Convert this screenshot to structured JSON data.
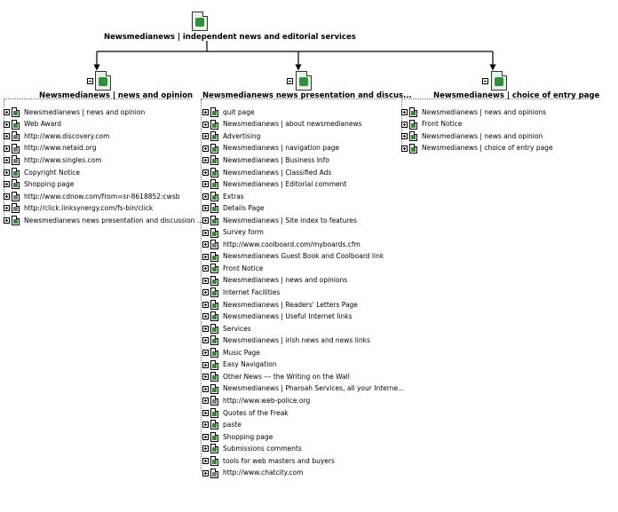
{
  "root": {
    "title": "Newsmedianews | independent news and editorial services"
  },
  "columns": [
    {
      "title": "Newsmedianews | news and opinion",
      "items": [
        {
          "label": "Newsmedianews | news and opinion",
          "type": "page",
          "expand": "plus"
        },
        {
          "label": "Web Award",
          "type": "page",
          "expand": "plus"
        },
        {
          "label": "http://www.discovery.com",
          "type": "link",
          "expand": "plus"
        },
        {
          "label": "http://www.netaid.org",
          "type": "link",
          "expand": "plus"
        },
        {
          "label": "http://www.singles.com",
          "type": "link",
          "expand": "plus"
        },
        {
          "label": "Copyright Notice",
          "type": "page",
          "expand": "plus"
        },
        {
          "label": "Shopping page",
          "type": "page",
          "expand": "plus"
        },
        {
          "label": "http://www.cdnow.com/from=sr-8618852:cwsb",
          "type": "link",
          "expand": "plus"
        },
        {
          "label": "http://click.linksynergy.com/fs-bin/click",
          "type": "link",
          "expand": "plus"
        },
        {
          "label": "Newsmedianews news presentation and discussion ...",
          "type": "page",
          "expand": "plus"
        }
      ]
    },
    {
      "title": "Newsmedianews news presentation and discus...",
      "items": [
        {
          "label": "quit page",
          "type": "page",
          "expand": "plus"
        },
        {
          "label": "Newsmedianews | about newsmedianews",
          "type": "page",
          "expand": "plus"
        },
        {
          "label": "Advertising",
          "type": "page",
          "expand": "plus"
        },
        {
          "label": "Newsmedianews | navigation page",
          "type": "page",
          "expand": "plus"
        },
        {
          "label": "Newsmedianews | Business Info",
          "type": "page",
          "expand": "plus"
        },
        {
          "label": "Newsmedianews | Classified Ads",
          "type": "page",
          "expand": "plus"
        },
        {
          "label": "Newsmedianews | Editorial comment",
          "type": "page",
          "expand": "plus"
        },
        {
          "label": "Extras",
          "type": "page",
          "expand": "plus"
        },
        {
          "label": "Details Page",
          "type": "page",
          "expand": "plus"
        },
        {
          "label": "Newsmedianews | Site index to features",
          "type": "page",
          "expand": "plus"
        },
        {
          "label": "Survey form",
          "type": "page",
          "expand": "plus"
        },
        {
          "label": "http://www.coolboard.com/myboards.cfm",
          "type": "link",
          "expand": "plus"
        },
        {
          "label": "Newsmedianews Guest Book and Coolboard link",
          "type": "page",
          "expand": "plus"
        },
        {
          "label": "Front Notice",
          "type": "page",
          "expand": "plus"
        },
        {
          "label": "Newsmedianews | news and opinions",
          "type": "page",
          "expand": "plus"
        },
        {
          "label": "Internet Facilities",
          "type": "page",
          "expand": "plus"
        },
        {
          "label": "Newsmedianews | Readers' Letters Page",
          "type": "page",
          "expand": "plus"
        },
        {
          "label": "Newsmedianews | Useful Internet links",
          "type": "page",
          "expand": "plus"
        },
        {
          "label": "Services",
          "type": "page",
          "expand": "plus"
        },
        {
          "label": "Newsmedianews | irish news and news links",
          "type": "page",
          "expand": "plus"
        },
        {
          "label": "Music Page",
          "type": "page",
          "expand": "plus"
        },
        {
          "label": "Easy Navigation",
          "type": "page",
          "expand": "plus"
        },
        {
          "label": "Other News --- the Writing on the Wall",
          "type": "page",
          "expand": "plus"
        },
        {
          "label": "Newsmedianews | Pharoah Services, all your Interne...",
          "type": "page",
          "expand": "plus"
        },
        {
          "label": "http://www.web-police.org",
          "type": "link",
          "expand": "plus"
        },
        {
          "label": "Quotes of the Freak",
          "type": "page",
          "expand": "plus"
        },
        {
          "label": "paste",
          "type": "page",
          "expand": "plus"
        },
        {
          "label": "Shopping page",
          "type": "page",
          "expand": "plus"
        },
        {
          "label": "Submissions comments",
          "type": "page",
          "expand": "plus"
        },
        {
          "label": "tools for web masters and buyers",
          "type": "page",
          "expand": "plus"
        },
        {
          "label": "http://www.chatcity.com",
          "type": "link",
          "expand": "plus"
        }
      ]
    },
    {
      "title": "Newsmedianews | choice of entry page",
      "items": [
        {
          "label": "Newsmedianews | news and opinions",
          "type": "page",
          "expand": "plus"
        },
        {
          "label": "Front Notice",
          "type": "page",
          "expand": "plus"
        },
        {
          "label": "Newsmedianews | news and opinion",
          "type": "page",
          "expand": "plus"
        },
        {
          "label": "Newsmedianews | choice of entry page",
          "type": "page",
          "expand": "plus"
        }
      ]
    }
  ]
}
